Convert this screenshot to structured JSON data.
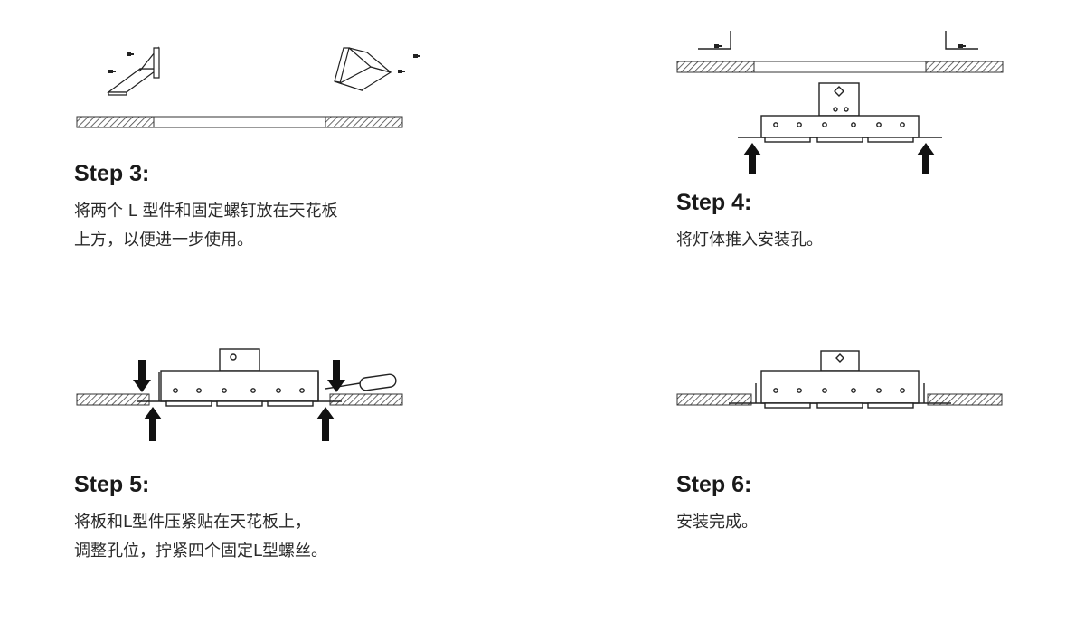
{
  "steps": [
    {
      "title": "Step 3:",
      "lines": [
        "将两个 L 型件和固定螺钉放在天花板",
        "上方，以便进一步使用。"
      ],
      "illustration": "l-brackets-and-screws-above-ceiling"
    },
    {
      "title": "Step 4:",
      "lines": [
        "将灯体推入安装孔。"
      ],
      "illustration": "push-lamp-into-hole"
    },
    {
      "title": "Step 5:",
      "lines": [
        "将板和L型件压紧贴在天花板上，",
        "调整孔位，拧紧四个固定L型螺丝。"
      ],
      "illustration": "clamp-and-screw"
    },
    {
      "title": "Step 6:",
      "lines": [
        "安装完成。"
      ],
      "illustration": "installation-complete"
    }
  ]
}
